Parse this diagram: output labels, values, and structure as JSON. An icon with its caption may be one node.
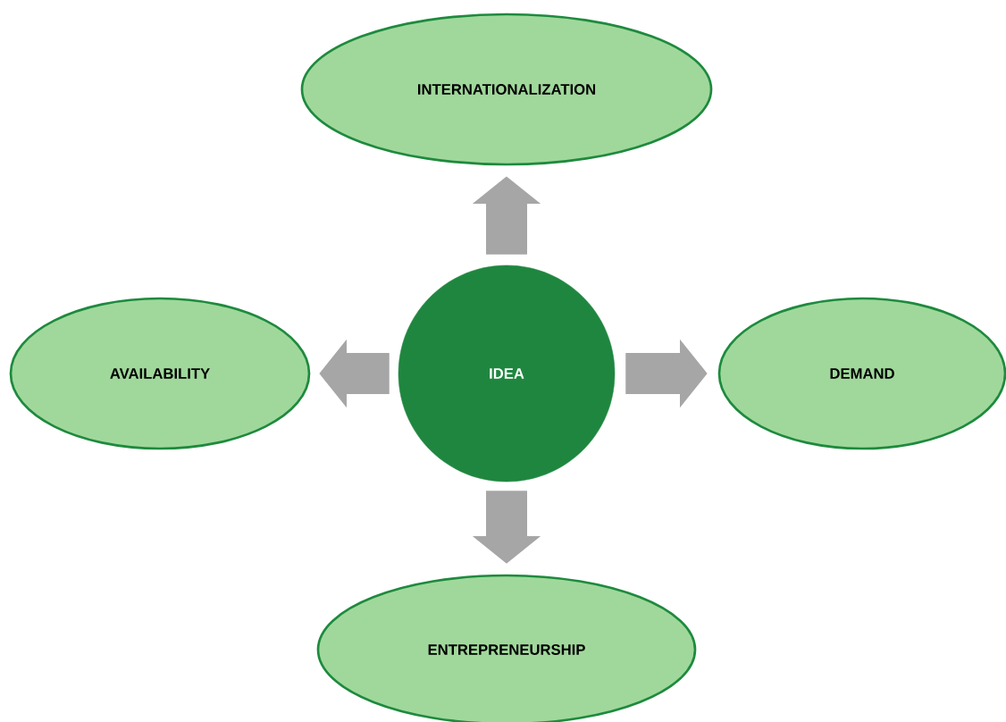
{
  "diagram": {
    "nodes": [
      {
        "text": [
          "INTERNATIONALIZATION"
        ]
      },
      {
        "text": [
          "AVAILABILITY"
        ]
      },
      {
        "text": [
          "IDEA"
        ]
      },
      {
        "text": [
          "DEMAND"
        ]
      },
      {
        "text": [
          "ENTREPRENEURSHIP"
        ]
      }
    ],
    "edges": [
      {
        "from": 2,
        "to": 0,
        "arrow": "to"
      },
      {
        "from": 2,
        "to": 1,
        "arrow": "to"
      },
      {
        "from": 2,
        "to": 3,
        "arrow": "to"
      },
      {
        "from": 2,
        "to": 4,
        "arrow": "to"
      }
    ]
  }
}
